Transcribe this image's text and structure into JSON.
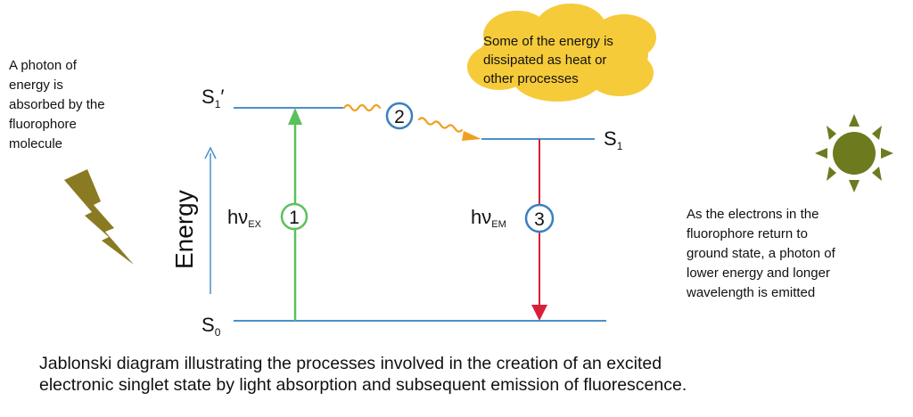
{
  "diagram": {
    "levels": {
      "s1_prime": "S",
      "s1_prime_sub": "1",
      "s1_prime_mark": "′",
      "s1": "S",
      "s1_sub": "1",
      "s0": "S",
      "s0_sub": "0"
    },
    "energy_label": "Energy",
    "steps": [
      {
        "number": "1",
        "photon": "hν",
        "subscript": "EX"
      },
      {
        "number": "2"
      },
      {
        "number": "3",
        "photon": "hν",
        "subscript": "EM"
      }
    ],
    "colors": {
      "level_line": "#4a90c8",
      "excitation_arrow": "#5bc15b",
      "emission_arrow": "#d8203a",
      "heat_wave": "#f0a020",
      "circle_1": "#5bc15b",
      "circle_2": "#3a7fc0",
      "circle_3": "#3a7fc0",
      "energy_arrow": "#4a90c8",
      "cloud": "#f6cb3a",
      "sun": "#6e7a1e",
      "lightning": "#8a7a22"
    }
  },
  "notes": {
    "absorbed": "A photon of\nenergy is\nabsorbed by the\nfluorophore\nmolecule",
    "cloud": "Some of the energy is\ndissipated as heat or\nother processes",
    "emitted": "As the electrons in the\nfluorophore return to\nground state, a photon of\nlower energy and longer\nwavelength is emitted"
  },
  "caption": "Jablonski diagram illustrating the processes involved in the creation of an excited\nelectronic singlet state by light absorption and subsequent emission of fluorescence."
}
